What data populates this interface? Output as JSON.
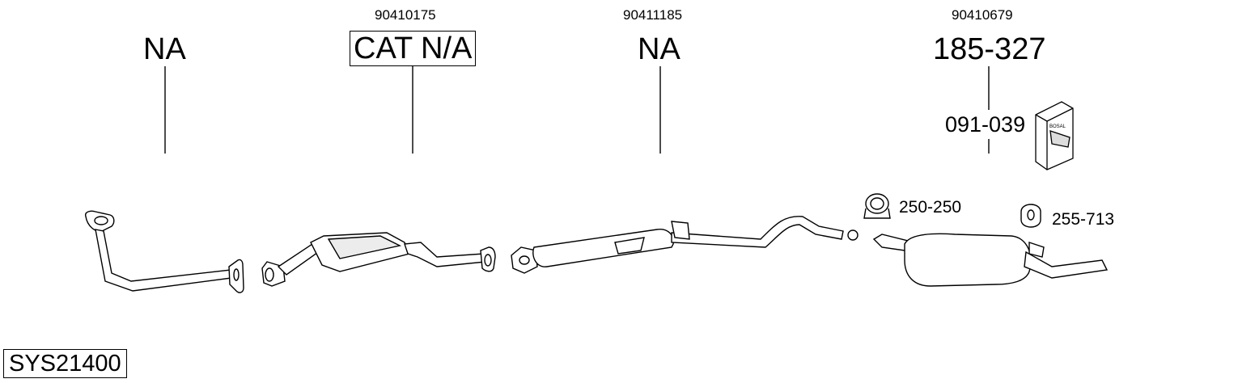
{
  "system_code": "SYS21400",
  "parts": {
    "p1": {
      "label": "NA"
    },
    "p2": {
      "oem": "90410175",
      "label": "CAT N/A"
    },
    "p3": {
      "oem": "90411185",
      "label": "NA"
    },
    "p4": {
      "oem": "90410679",
      "label": "185-327",
      "kit": "091-039"
    }
  },
  "accessories": {
    "clamp": "250-250",
    "rubber": "255-713"
  },
  "kit_box_text": "BOSAL",
  "icons": {
    "kit_box": "fitting-kit-box-icon",
    "clamp": "exhaust-clamp-icon",
    "rubber": "rubber-mounting-icon"
  }
}
